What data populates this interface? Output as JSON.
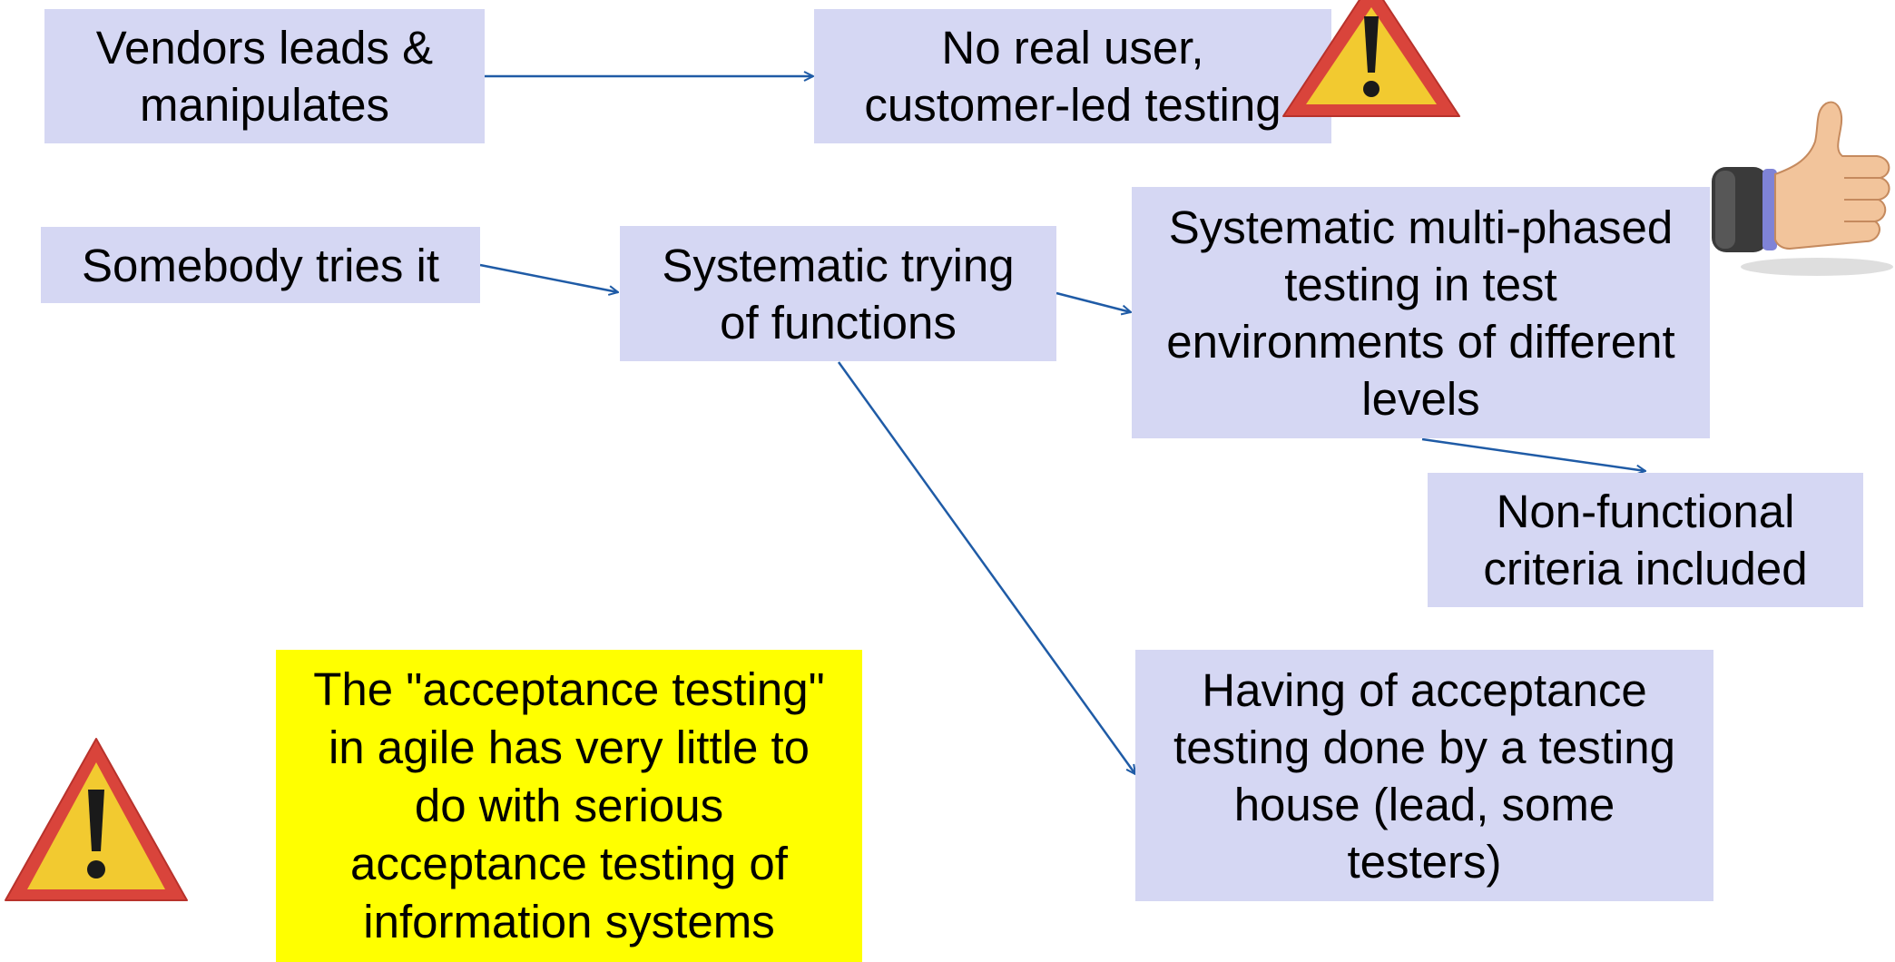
{
  "nodes": {
    "vendors": "Vendors leads &\nmanipulates",
    "no_real_user": "No real user,\ncustomer-led testing",
    "somebody": "Somebody tries it",
    "systematic_trying": "Systematic trying\nof functions",
    "multi_phased": "Systematic multi-phased\ntesting in test\nenvironments of different\nlevels",
    "non_functional": "Non-functional\ncriteria included",
    "testing_house": "Having of acceptance\ntesting done by a testing\nhouse (lead, some\ntesters)"
  },
  "note": "The \"acceptance testing\"\nin agile has very little to\ndo with serious\nacceptance testing of\ninformation systems",
  "icons": {
    "warning_top": "warning-icon",
    "warning_bottom": "warning-icon",
    "thumbs_up": "thumbs-up-icon"
  },
  "colors": {
    "box_fill": "#d5d7f3",
    "note_fill": "#ffff00",
    "arrow": "#1f5ba6",
    "warning_fill": "#f2ca30",
    "warning_border": "#d9443b"
  }
}
